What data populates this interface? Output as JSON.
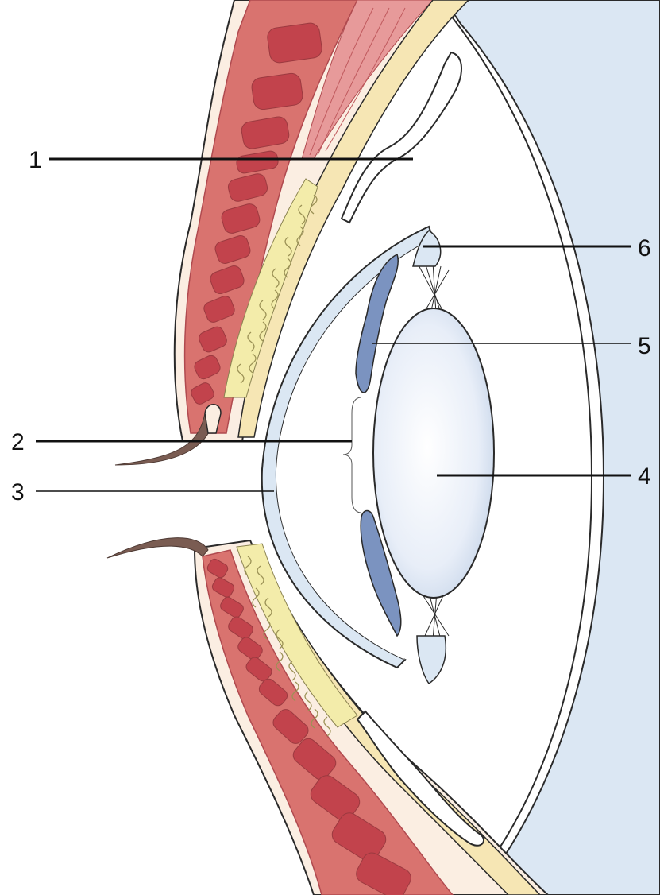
{
  "callouts": [
    {
      "id": "1",
      "label": "1"
    },
    {
      "id": "2",
      "label": "2"
    },
    {
      "id": "3",
      "label": "3"
    },
    {
      "id": "4",
      "label": "4"
    },
    {
      "id": "5",
      "label": "5"
    },
    {
      "id": "6",
      "label": "6"
    }
  ],
  "colors": {
    "skin_outline": "#2a2a2a",
    "skin_fill": "#fbeee2",
    "muscle": "#d26a6a",
    "muscle_dark": "#c24d52",
    "muscle_fiber": "#e8a0a0",
    "tarsal_fat": "#f6e6b4",
    "gland": "#f4ef9f",
    "sclera_cornea": "#d8e6f2",
    "iris": "#7b93c0",
    "lens": "#e4ecf7",
    "eyelash": "#7a5c52"
  }
}
